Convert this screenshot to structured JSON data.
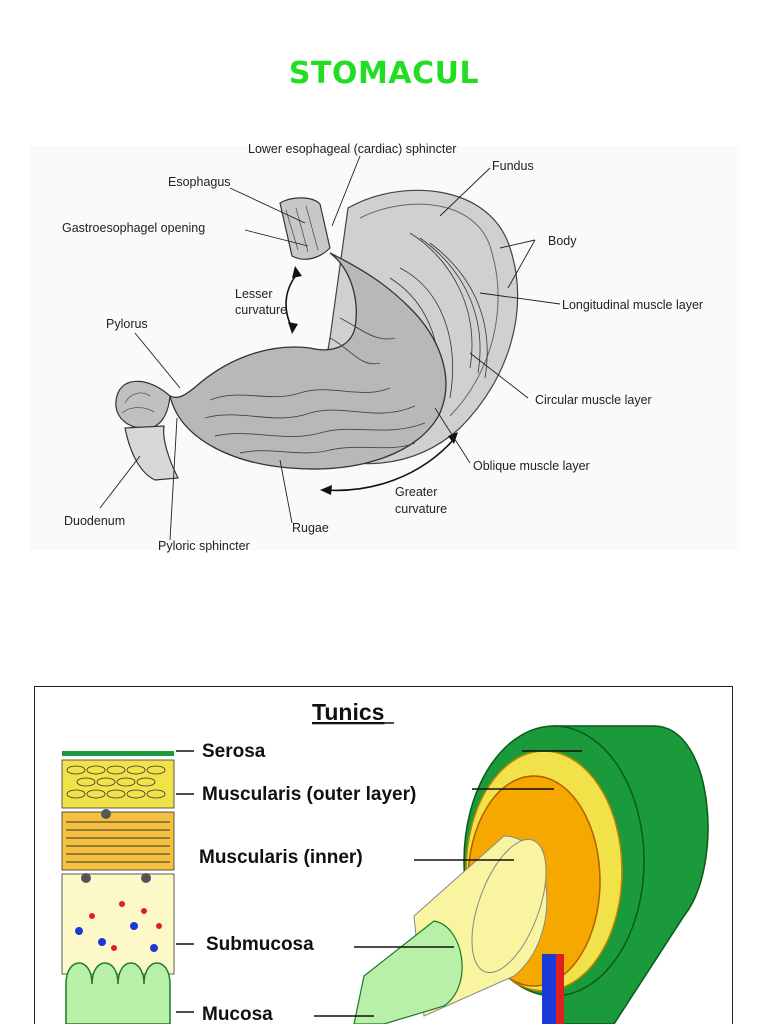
{
  "page": {
    "title": "STOMACUL",
    "title_color": "#22dd22"
  },
  "stomach_figure": {
    "labels": {
      "lower_esophageal_sphincter": "Lower esophageal (cardiac) sphincter",
      "fundus": "Fundus",
      "esophagus": "Esophagus",
      "gastroesophageal_opening": "Gastroesophagel opening",
      "body": "Body",
      "lesser_curvature_1": "Lesser",
      "lesser_curvature_2": "curvature",
      "longitudinal_muscle": "Longitudinal muscle layer",
      "pylorus": "Pylorus",
      "circular_muscle": "Circular muscle layer",
      "oblique_muscle": "Oblique muscle layer",
      "greater_curvature_1": "Greater",
      "greater_curvature_2": "curvature",
      "duodenum": "Duodenum",
      "rugae": "Rugae",
      "pyloric_sphincter": "Pyloric sphincter"
    }
  },
  "tunics_figure": {
    "title": "Tunics",
    "labels": {
      "serosa": "Serosa",
      "muscularis_outer": "Muscularis (outer layer)",
      "muscularis_inner": "Muscularis (inner)",
      "submucosa": "Submucosa",
      "mucosa": "Mucosa"
    },
    "colors": {
      "serosa": "#1a9a3a",
      "muscularis_outer": "#f2e24a",
      "muscularis_inner": "#f5a800",
      "submucosa": "#f8f4a0",
      "mucosa": "#b8f0a8"
    }
  }
}
